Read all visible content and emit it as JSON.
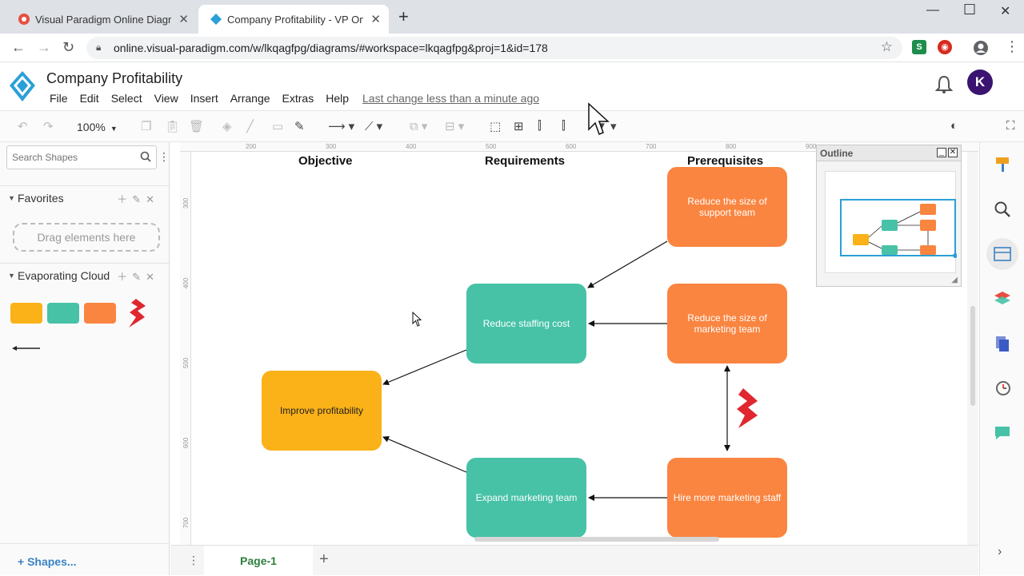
{
  "browser": {
    "tabs": [
      {
        "title": "Visual Paradigm Online Diagrams",
        "active": false
      },
      {
        "title": "Company Profitability - VP Online",
        "active": true
      }
    ],
    "url": "online.visual-paradigm.com/w/lkqagfpg/diagrams/#workspace=lkqagfpg&proj=1&id=178"
  },
  "app": {
    "title": "Company Profitability",
    "menu": [
      "File",
      "Edit",
      "Select",
      "View",
      "Insert",
      "Arrange",
      "Extras",
      "Help"
    ],
    "last_change": "Last change less than a minute ago",
    "avatar_letter": "K"
  },
  "toolbar": {
    "zoom": "100%"
  },
  "sidebar": {
    "search_placeholder": "Search Shapes",
    "sections": [
      {
        "title": "Favorites",
        "empty_hint": "Drag elements here"
      },
      {
        "title": "Evaporating Cloud"
      }
    ],
    "shapes_link": "Shapes..."
  },
  "canvas": {
    "columns": [
      "Objective",
      "Requirements",
      "Prerequisites"
    ],
    "ruler_top": [
      "200",
      "300",
      "400",
      "500",
      "600",
      "700",
      "800",
      "900"
    ],
    "ruler_left": [
      "300",
      "400",
      "500",
      "600",
      "700"
    ],
    "nodes": {
      "objective": "Improve profitability",
      "req1": "Reduce staffing cost",
      "req2": "Expand marketing team",
      "pre1": "Reduce the size of support team",
      "pre2": "Reduce the size of marketing team",
      "pre3": "Hire more marketing staff"
    }
  },
  "outline": {
    "title": "Outline"
  },
  "pages": {
    "current": "Page-1"
  },
  "colors": {
    "orange": "#fa8540",
    "teal": "#47c2a7",
    "yellow": "#fbb118",
    "conflict_red": "#e0262f",
    "page_tab_green": "#2f7d3e",
    "avatar": "#3a1470"
  }
}
